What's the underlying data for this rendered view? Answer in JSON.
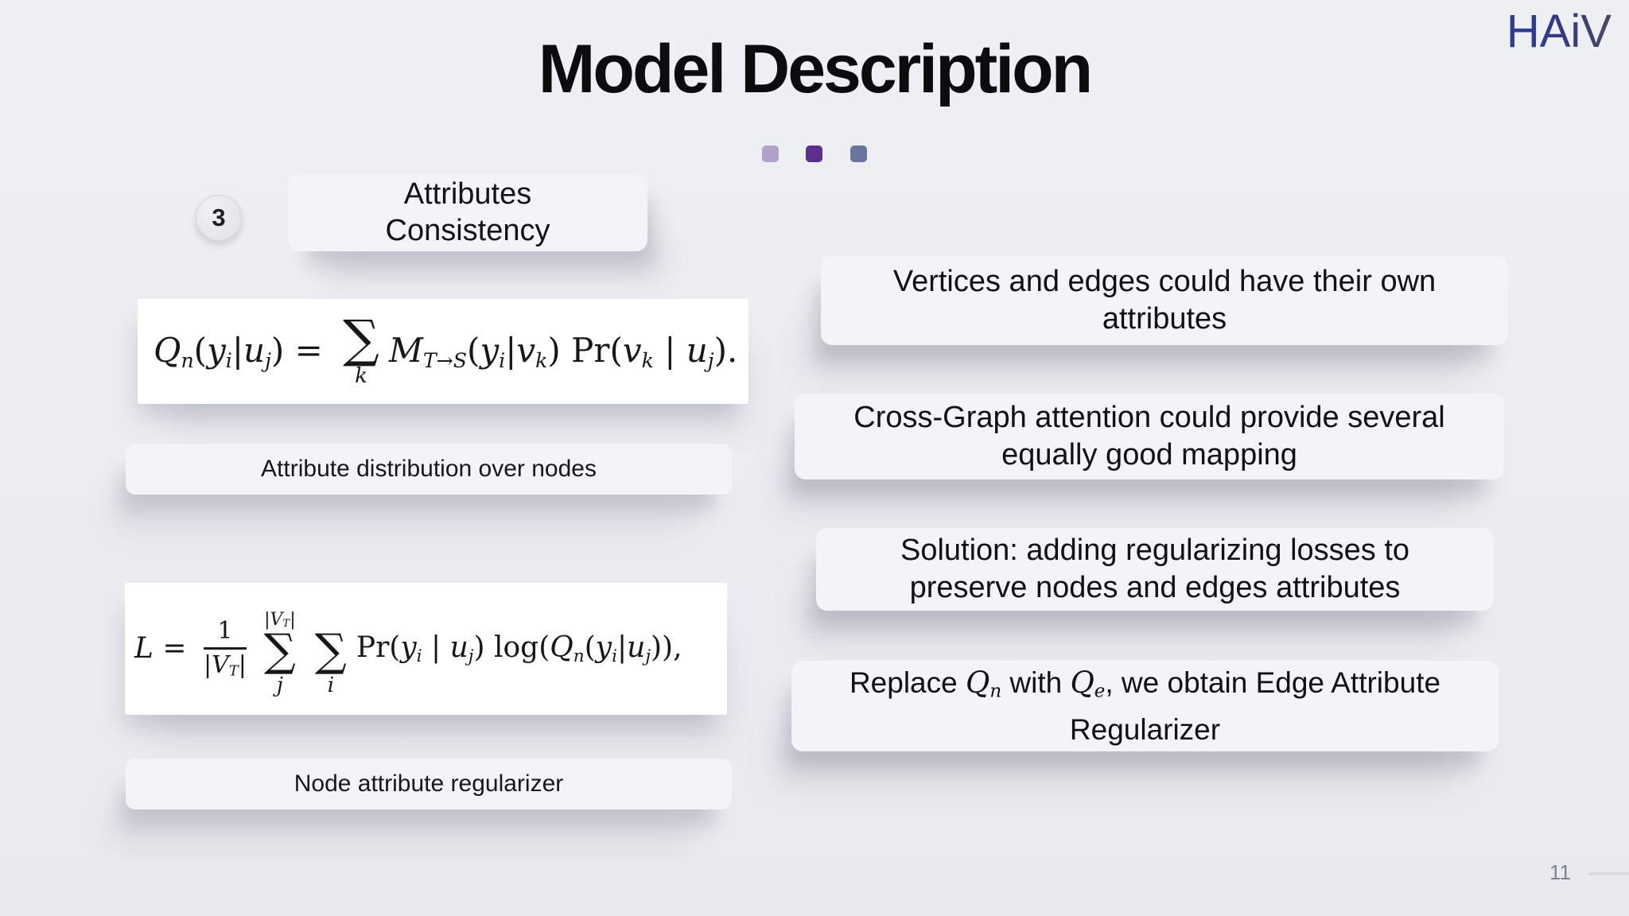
{
  "logo": {
    "text": "HAiV"
  },
  "header": {
    "title": "Model Description"
  },
  "colors": {
    "dot1": "#b1a2cc",
    "dot2": "#5c2e8e",
    "dot3": "#67779f",
    "logo_blue": "#2c3e9b",
    "page_background": "#ebecf1",
    "formula_box": "#ffffff"
  },
  "left": {
    "badge": "3",
    "heading_line1": "Attributes",
    "heading_line2": "Consistency",
    "label1": "Attribute distribution over nodes",
    "label2": "Node attribute regularizer"
  },
  "formulas": {
    "node_dist": {
      "Q": "Q",
      "n": "n",
      "p1": "(",
      "y1": "y",
      "i1": "i",
      "b1": "|",
      "u1": "u",
      "j1": "j",
      "p2": ") = ",
      "sum": "∑",
      "k": "k",
      "M": "M",
      "ts": "T→S",
      "p3": "(",
      "y2": "y",
      "i2": "i",
      "b2": "|",
      "v1": "v",
      "k2": "k",
      "p4": ") ",
      "pr": "Pr(",
      "v2": "v",
      "k3": "k",
      "b3": " | ",
      "u2": "u",
      "j2": "j",
      "end": ")."
    },
    "regularizer": {
      "L": "L",
      "eq": " = ",
      "num": "1",
      "den1": "|V",
      "denT": "T",
      "den2": "|",
      "top1": "|V",
      "topT": "T",
      "top2": "|",
      "sum1": "∑",
      "j": "j",
      "sum2": "∑",
      "i": "i",
      "pr": "Pr(",
      "y": "y",
      "isub": "i",
      "mid": " | ",
      "u": "u",
      "jsub": "j",
      "log": ") log(",
      "Q": "Q",
      "n": "n",
      "p": "(",
      "y2": "y",
      "i2": "i",
      "b": "|",
      "u2": "u",
      "j2": "j",
      "end": ")),"
    }
  },
  "right": {
    "card1_line1": "Vertices and edges could have their own",
    "card1_line2": "attributes",
    "card2_line1": "Cross-Graph attention could provide several",
    "card2_line2": "equally good mapping",
    "card3_line1": "Solution: adding regularizing losses to",
    "card3_line2": "preserve nodes and edges attributes",
    "card4": {
      "p1": "Replace ",
      "q1": "Q",
      "s1": "n",
      "p2": " with ",
      "q2": "Q",
      "s2": "e",
      "p3": ", we obtain Edge Attribute",
      "line2": "Regularizer"
    }
  },
  "footer": {
    "page_number": "11"
  }
}
